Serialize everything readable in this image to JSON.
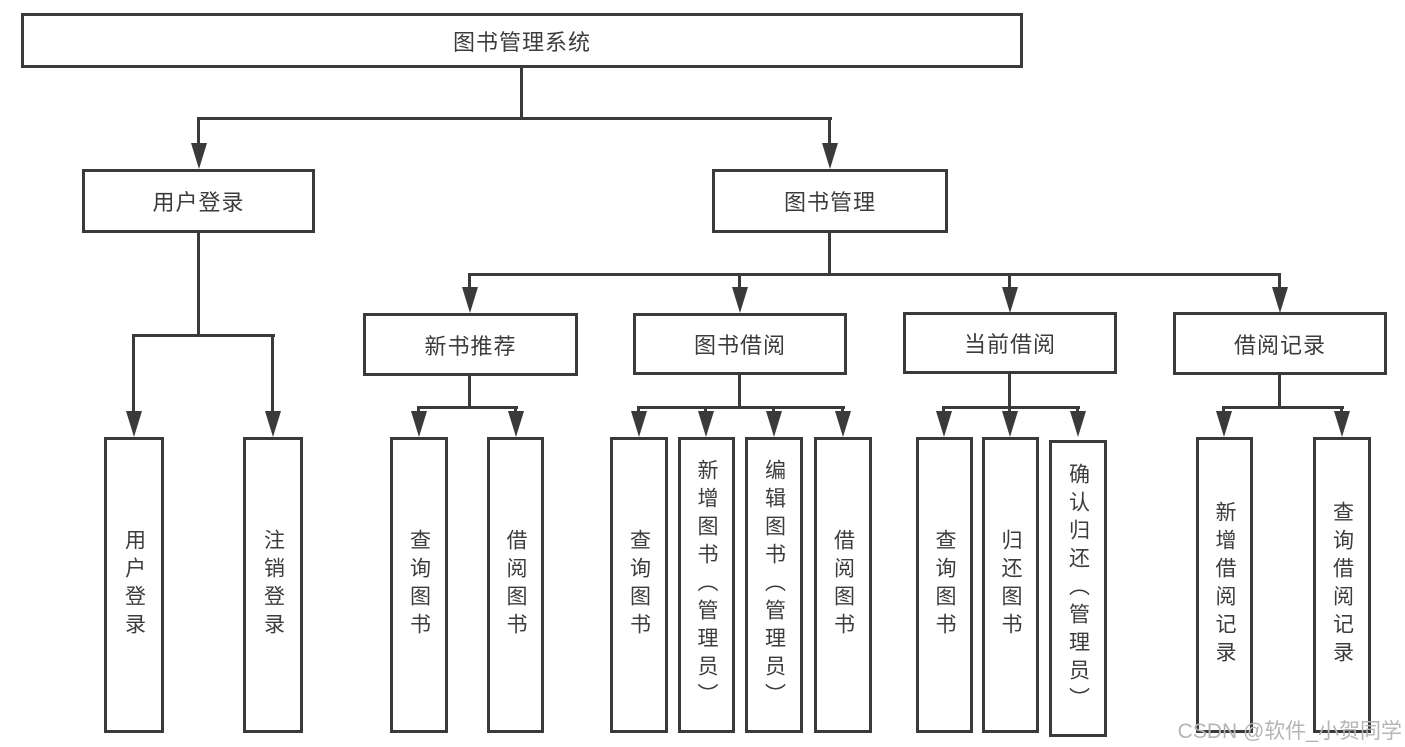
{
  "nodes": {
    "root": "图书管理系统",
    "user_login": "用户登录",
    "book_mgmt": "图书管理",
    "new_book_rec": "新书推荐",
    "book_borrow": "图书借阅",
    "current_borrow": "当前借阅",
    "borrow_records": "借阅记录",
    "ul_user_login": "用户登录",
    "ul_logout": "注销登录",
    "nb_query_books": "查询图书",
    "nb_borrow_books": "借阅图书",
    "bb_query_books": "查询图书",
    "bb_add_books": "新增图书（管理员）",
    "bb_edit_books": "编辑图书（管理员）",
    "bb_borrow_books": "借阅图书",
    "cb_query_books": "查询图书",
    "cb_return_books": "归还图书",
    "cb_confirm_return": "确认归还（管理员）",
    "br_add_record": "新增借阅记录",
    "br_query_record": "查询借阅记录"
  },
  "hierarchy": {
    "root": [
      "user_login",
      "book_mgmt"
    ],
    "user_login": [
      "ul_user_login",
      "ul_logout"
    ],
    "book_mgmt": [
      "new_book_rec",
      "book_borrow",
      "current_borrow",
      "borrow_records"
    ],
    "new_book_rec": [
      "nb_query_books",
      "nb_borrow_books"
    ],
    "book_borrow": [
      "bb_query_books",
      "bb_add_books",
      "bb_edit_books",
      "bb_borrow_books"
    ],
    "current_borrow": [
      "cb_query_books",
      "cb_return_books",
      "cb_confirm_return"
    ],
    "borrow_records": [
      "br_add_record",
      "br_query_record"
    ]
  },
  "watermark": "CSDN @软件_小贺同学",
  "colors": {
    "line": "#3a3a3a",
    "text": "#3c3c3c",
    "watermark": "#b5b5b5",
    "background": "#ffffff"
  }
}
